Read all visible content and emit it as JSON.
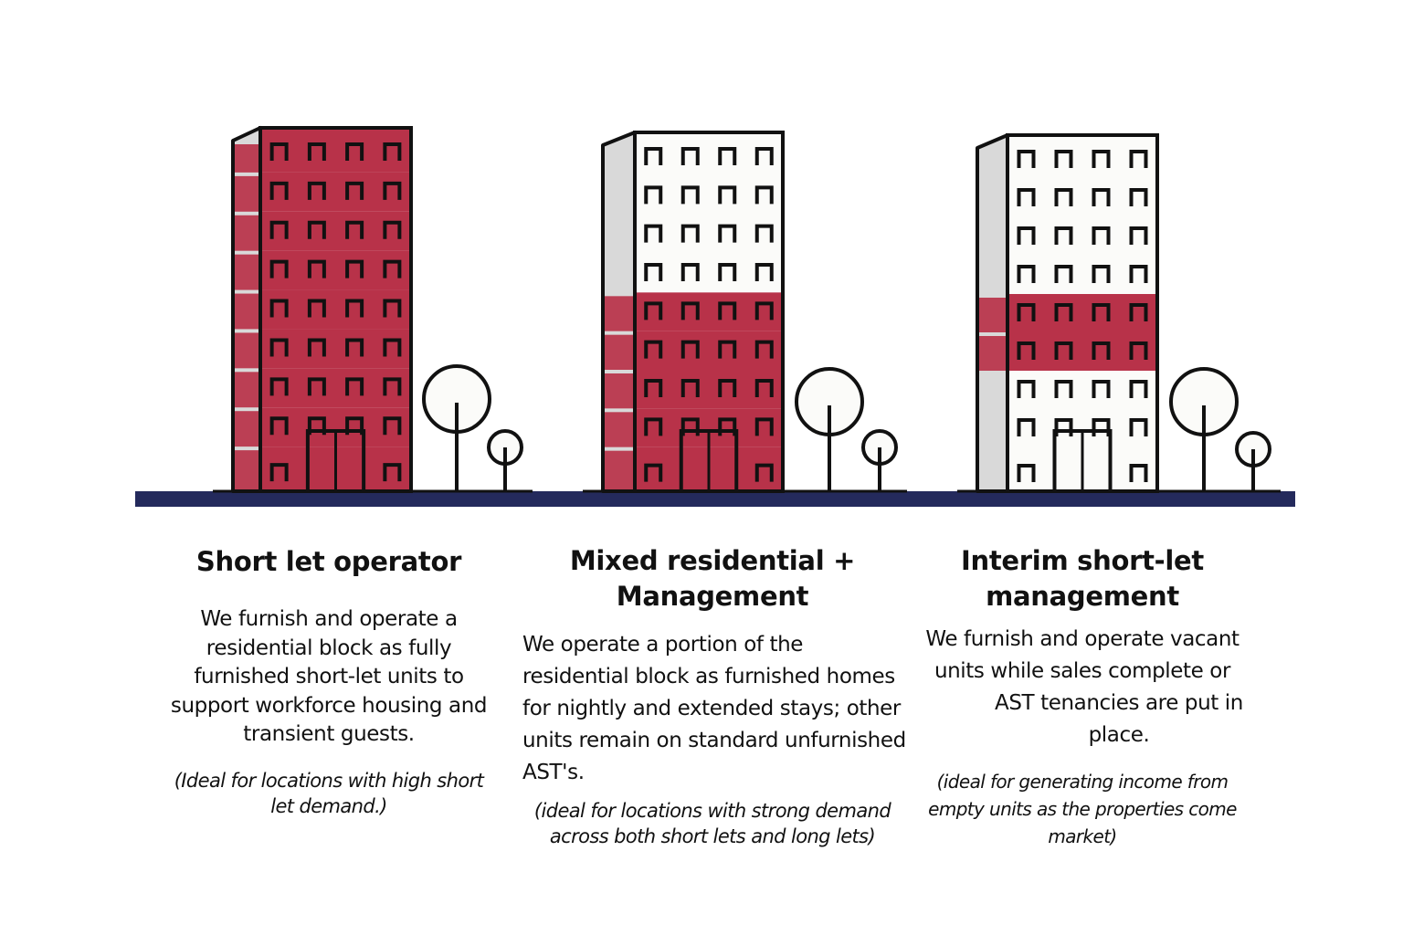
{
  "colors": {
    "accent": "#b83249",
    "ground": "#242a5c",
    "outline": "#111111",
    "side_grey": "#d9d9d9",
    "facade_white": "#fbfbf9"
  },
  "columns": [
    {
      "title": "Short let operator",
      "description_lines": [
        "We furnish and operate a",
        "residential block as fully",
        "furnished short-let units to",
        "support workforce housing and",
        "transient guests."
      ],
      "note_lines": [
        "(Ideal for locations with high short",
        "let demand.)"
      ],
      "building": {
        "floors": 9,
        "operated_floors_from_top": [
          1,
          2,
          3,
          4,
          5,
          6,
          7,
          8,
          9
        ]
      }
    },
    {
      "title_lines": [
        "Mixed residential +",
        "Management"
      ],
      "description_lines": [
        "We operate a portion of the",
        "residential block as furnished homes",
        "for nightly and extended stays; other",
        "units remain on standard unfurnished",
        "AST's."
      ],
      "note_lines": [
        "(ideal for locations with strong demand",
        "across both short lets and long lets)"
      ],
      "building": {
        "floors": 9,
        "operated_floors_from_top": [
          5,
          6,
          7,
          8,
          9
        ]
      }
    },
    {
      "title_lines": [
        "Interim short-let",
        "management"
      ],
      "description_lines": [
        "We furnish and operate vacant",
        "units while sales complete or",
        "AST tenancies are put in place."
      ],
      "note_lines": [
        "(ideal for generating income from",
        "empty units as the properties come market)"
      ],
      "building": {
        "floors": 9,
        "operated_floors_from_top": [
          5,
          6
        ]
      }
    }
  ]
}
